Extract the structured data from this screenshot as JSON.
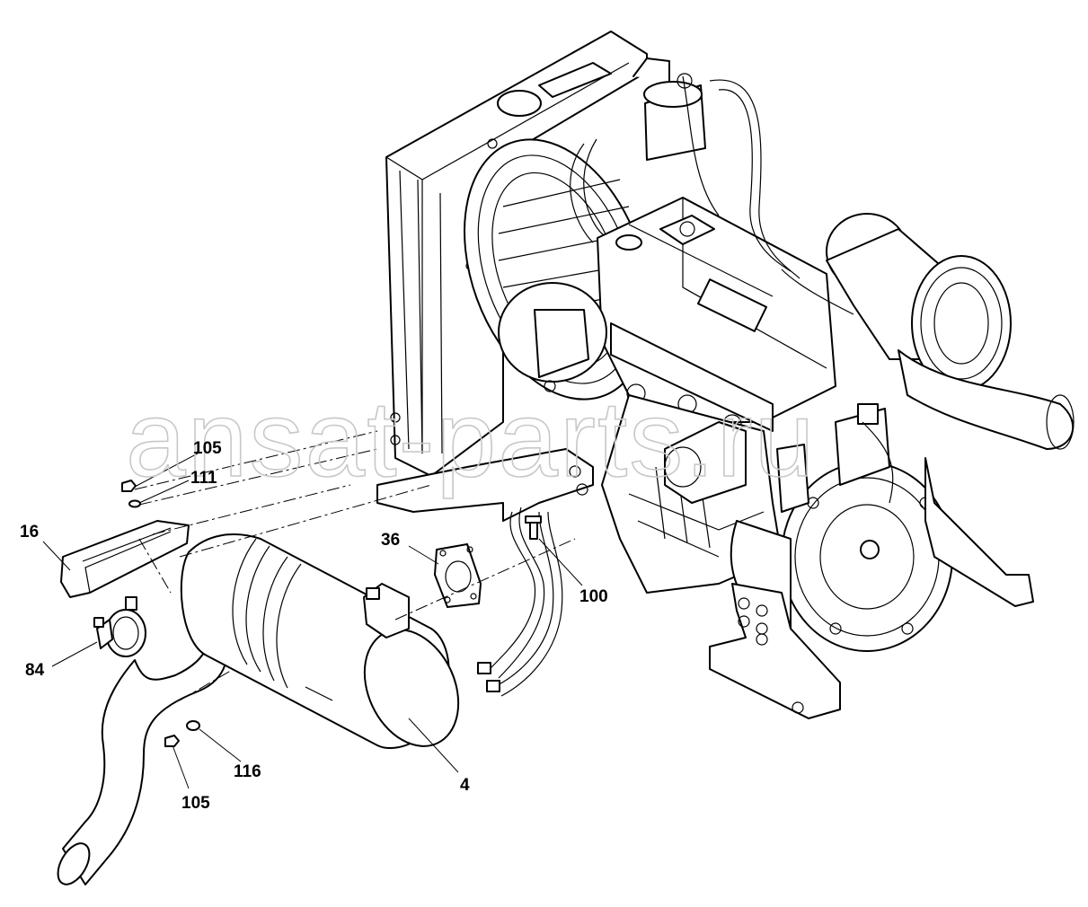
{
  "watermark": "ansat-parts.ru",
  "callouts": {
    "c105_top": "105",
    "c111": "111",
    "c16": "16",
    "c84": "84",
    "c36": "36",
    "c100": "100",
    "c116": "116",
    "c105_bottom": "105",
    "c4": "4"
  },
  "parts": {
    "engine": "engine-assembly",
    "radiator": "radiator",
    "fan": "cooling-fan",
    "air_filter": "air-filter",
    "flywheel": "flywheel",
    "muffler": "muffler",
    "heat_shield": "heat-shield",
    "clamp": "exhaust-clamp",
    "tailpipe": "tailpipe",
    "gasket": "exhaust-gasket",
    "hoses": "hose-pair",
    "bolt": "bolt",
    "nut": "nut",
    "washer": "washer"
  }
}
